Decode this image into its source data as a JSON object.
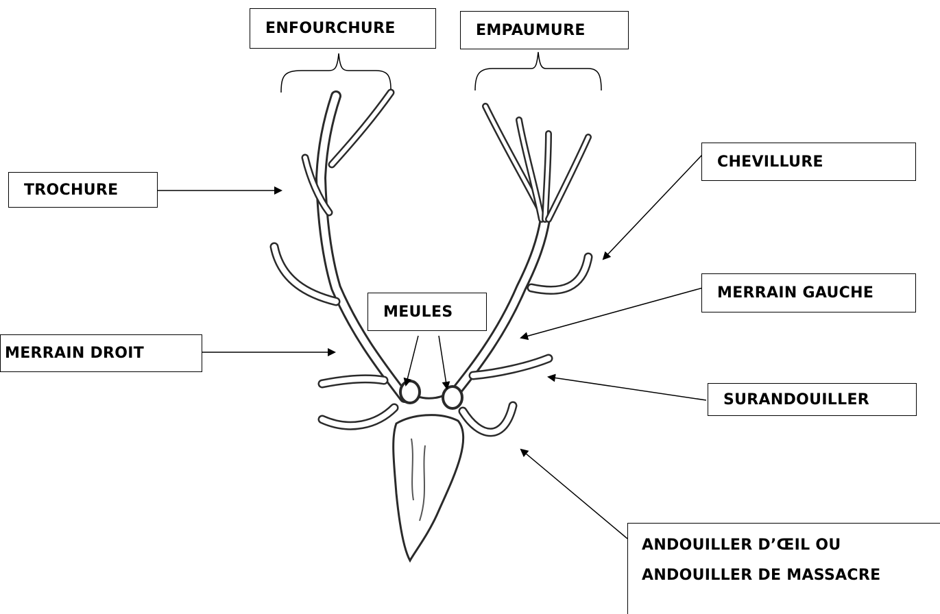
{
  "labels": {
    "enfourchure": "ENFOURCHURE",
    "empaumure": "EMPAUMURE",
    "trochure": "TROCHURE",
    "chevillure": "CHEVILLURE",
    "merrain_gauche": "MERRAIN GAUCHE",
    "meules": "MEULES",
    "merrain_droit": "MERRAIN DROIT",
    "surandouiller": "SURANDOUILLER",
    "andouiller_line1": "ANDOUILLER D’ŒIL OU",
    "andouiller_line2": "ANDOUILLER DE MASSACRE"
  },
  "colors": {
    "ink": "#000000",
    "antler_fill": "#ffffff",
    "antler_stroke": "#2a2a2a"
  }
}
